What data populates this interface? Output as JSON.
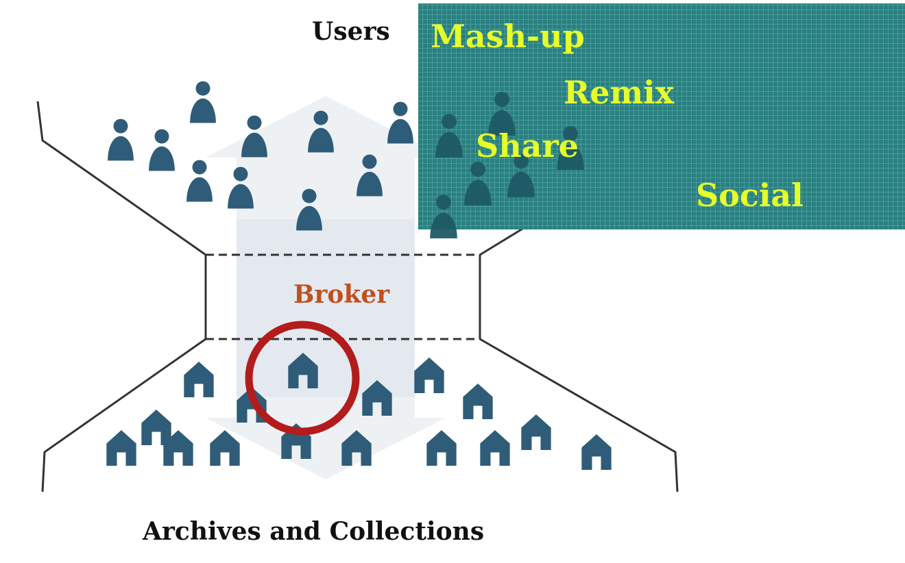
{
  "labels": {
    "users": "Users",
    "broker": "Broker",
    "archives": "Archives and Collections"
  },
  "overlay": {
    "words": [
      "Mash-up",
      "Remix",
      "Share",
      "Social"
    ]
  },
  "colors": {
    "icon": "#2f5c78",
    "funnel_line": "#333333",
    "arrow_band": "#eef1f4",
    "broker_band": "#e4e9f0",
    "broker_text": "#c0501e",
    "highlight_circle": "#b31c1c",
    "overlay_bg": "#2a8080",
    "overlay_text": "#e6ff2a"
  }
}
